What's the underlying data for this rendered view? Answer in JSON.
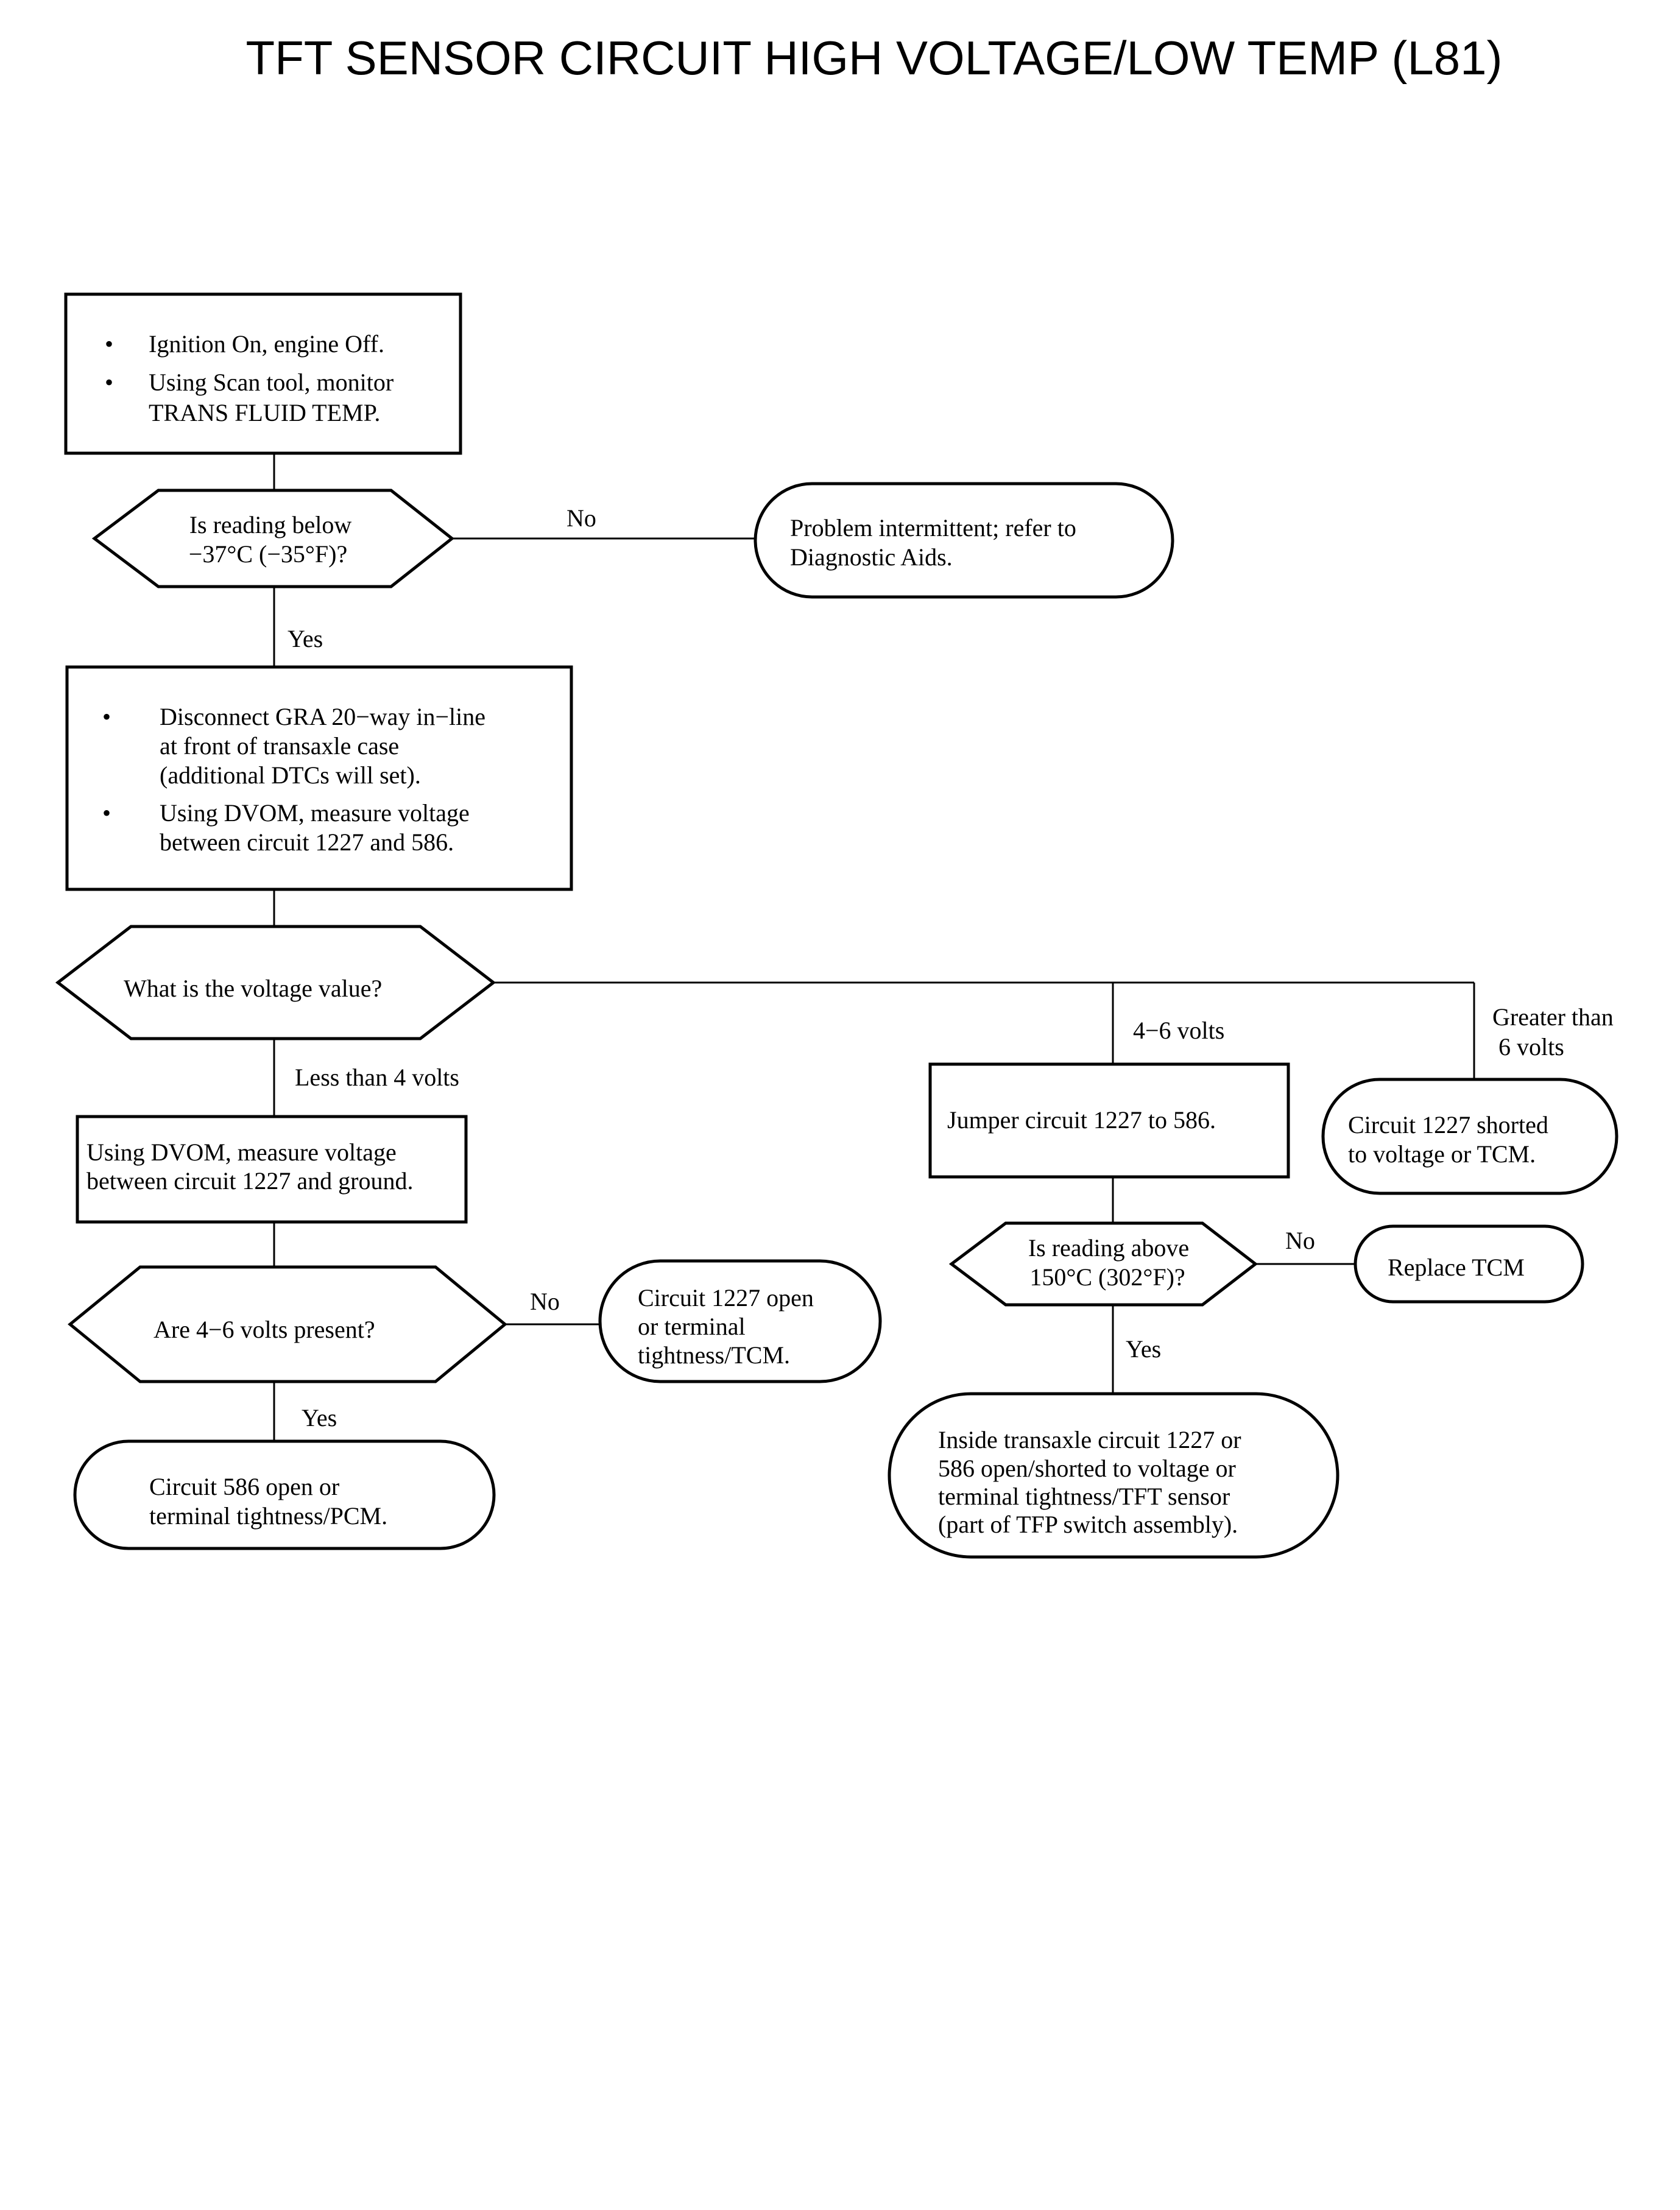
{
  "title": "TFT SENSOR CIRCUIT HIGH VOLTAGE/LOW TEMP (L81)",
  "nodes": {
    "step1": {
      "bullets": [
        [
          "Ignition On, engine Off."
        ],
        [
          "Using Scan tool, monitor",
          "TRANS FLUID TEMP."
        ]
      ]
    },
    "q_reading_below": {
      "lines": [
        "Is reading below",
        "−37°C (−35°F)?"
      ]
    },
    "r_intermittent": {
      "lines": [
        "Problem intermittent; refer to",
        "Diagnostic Aids."
      ]
    },
    "step2": {
      "bullets": [
        [
          "Disconnect GRA 20−way in−line",
          "at front of transaxle case",
          "(additional DTCs will set)."
        ],
        [
          "Using DVOM, measure voltage",
          "between circuit 1227 and 586."
        ]
      ]
    },
    "q_voltage_value": {
      "lines": [
        "What is the voltage value?"
      ]
    },
    "step_ground": {
      "lines": [
        "Using DVOM, measure voltage",
        "between circuit 1227 and ground."
      ]
    },
    "q_4_6_present": {
      "lines": [
        "Are 4−6 volts present?"
      ]
    },
    "r_1227_open": {
      "lines": [
        "Circuit 1227 open",
        "or terminal",
        "tightness/TCM."
      ]
    },
    "r_586_open": {
      "lines": [
        "Circuit 586 open or",
        "terminal tightness/PCM."
      ]
    },
    "step_jumper": {
      "lines": [
        "Jumper circuit 1227 to 586."
      ]
    },
    "q_reading_above": {
      "lines": [
        "Is reading above",
        "150°C (302°F)?"
      ]
    },
    "r_replace_tcm": {
      "lines": [
        "Replace TCM"
      ]
    },
    "r_inside_transaxle": {
      "lines": [
        "Inside transaxle circuit 1227 or",
        "586 open/shorted to voltage or",
        "terminal tightness/TFT sensor",
        "(part of TFP switch assembly)."
      ]
    },
    "r_1227_shorted": {
      "lines": [
        "Circuit 1227 shorted",
        "to voltage or TCM."
      ]
    }
  },
  "edge_labels": {
    "no_1": "No",
    "yes_1": "Yes",
    "less_4": "Less than 4 volts",
    "volts_4_6": "4−6 volts",
    "greater_6": [
      "Greater than",
      " 6 volts"
    ],
    "no_2": "No",
    "yes_2": "Yes",
    "no_3": "No",
    "yes_3": "Yes"
  }
}
